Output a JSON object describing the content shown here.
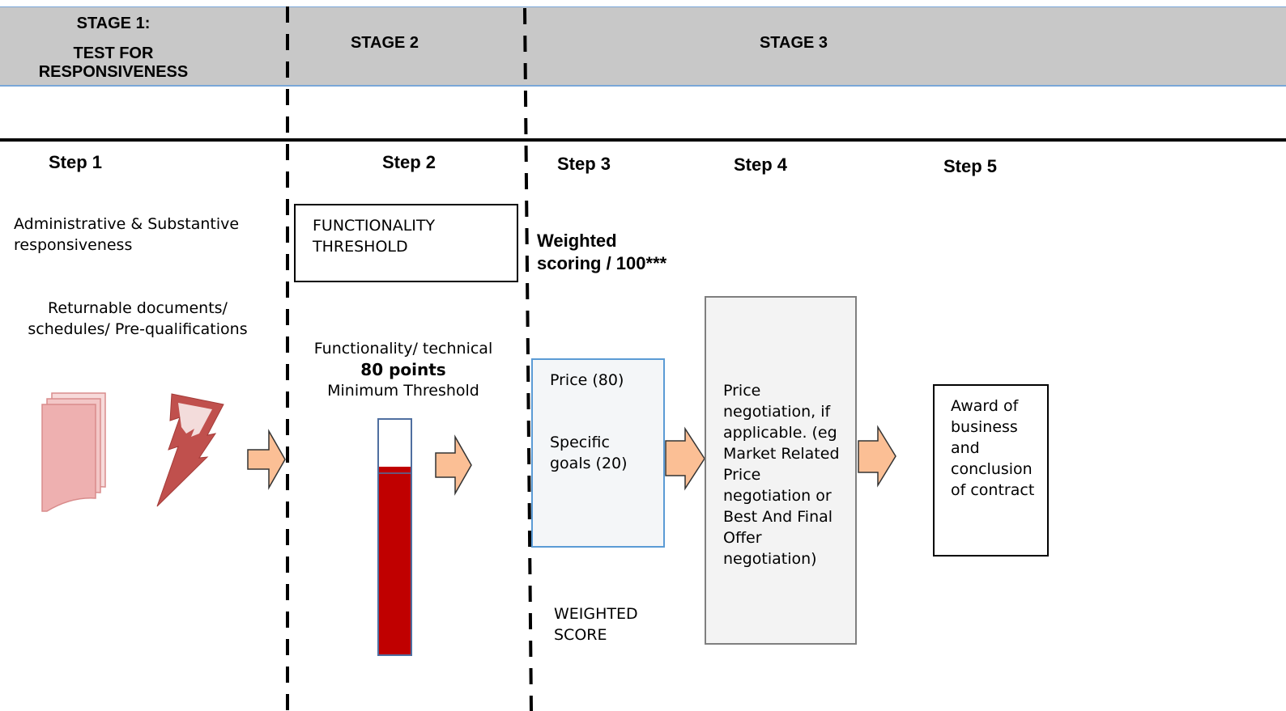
{
  "stages": {
    "stage1_line1": "STAGE 1:",
    "stage1_line2": "TEST FOR",
    "stage1_line3": "RESPONSIVENESS",
    "stage2": "STAGE 2",
    "stage3": "STAGE 3"
  },
  "steps": {
    "step1": "Step 1",
    "step2": "Step 2",
    "step3": "Step 3",
    "step4": "Step 4",
    "step5": "Step 5"
  },
  "step1": {
    "responsiveness_line1": "Administrative & Substantive",
    "responsiveness_line2": "responsiveness",
    "documents_line1": "Returnable documents/",
    "documents_line2": "schedules/ Pre-qualifications"
  },
  "step2": {
    "threshold_line1": "FUNCTIONALITY",
    "threshold_line2": "THRESHOLD",
    "functionality_line1": "Functionality/ technical",
    "functionality_points": "80 points",
    "functionality_line3": "Minimum Threshold",
    "gauge_fill_fraction": 0.8
  },
  "step3": {
    "weighted_line1": "Weighted",
    "weighted_line2": "scoring / 100***",
    "price": "Price (80)",
    "goals_line1": "Specific",
    "goals_line2": "goals  (20)",
    "weighted_score_line1": "WEIGHTED",
    "weighted_score_line2": "SCORE"
  },
  "step4": {
    "lines": [
      "Price",
      "negotiation, if",
      "applicable. (eg",
      "Market Related",
      "Price",
      "negotiation or",
      "Best And Final",
      "Offer",
      "negotiation)"
    ]
  },
  "step5": {
    "lines": [
      "Award of",
      "business",
      "and",
      "conclusion",
      "of contract"
    ]
  },
  "colors": {
    "header_band": "#c8c8c8",
    "header_border": "#7aa7d8",
    "arrow_fill": "#fbbf95",
    "gauge_red": "#c00000",
    "doc_pink": "#f3c3c3",
    "bolt_red": "#c0504d",
    "price_box_border": "#5b9bd5"
  },
  "icons": [
    "documents-icon",
    "lightning-icon",
    "arrow-right-icon"
  ]
}
